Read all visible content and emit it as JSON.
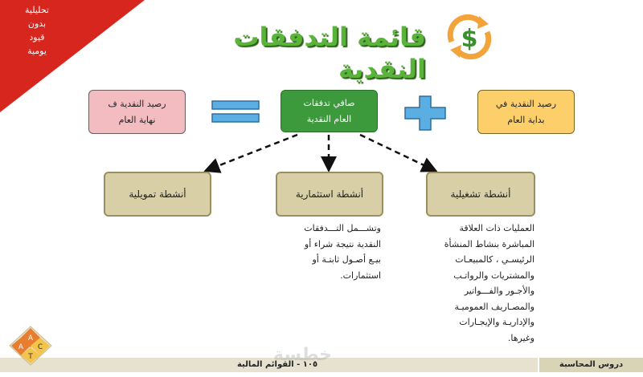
{
  "corner": {
    "lines": [
      "تحليلية",
      "بدون",
      "قيود",
      "يومية"
    ]
  },
  "title": "قائمة التدفقات النقدية",
  "boxes": {
    "begin": {
      "line1": "رصيد النقدية في",
      "line2": "بداية العام"
    },
    "net": {
      "line1": "صافي تدفقات",
      "line2": "العام النقدية"
    },
    "end": {
      "line1": "رصيد النقدية ف",
      "line2": "نهاية العام"
    },
    "operating": "أنشطة تشغيلية",
    "investing": "أنشطة استثمارية",
    "financing": "أنشطة تمويلية"
  },
  "descriptions": {
    "investing": [
      "وتشـــمل التـــدفقات",
      "النقدية نتيجة شراء أو",
      "بيـع أصـول ثابتـة أو",
      "استثمارات."
    ],
    "operating": [
      "العمليات ذات العلاقة",
      "المباشرة بنشاط المنشأة",
      "الرئيسـي ، كالمبيعـات",
      "والمشتريات والرواتـب",
      "والأجـور والفـــواتير",
      "والمصـاريف العموميـة",
      "والإداريـة والإيجـارات",
      "وغيرها."
    ]
  },
  "footer": {
    "right": "دروس المحاسبة",
    "center": "١٠٥ - القوائم المالية",
    "watermark": "خطسة"
  },
  "logo": {
    "letters": [
      "A",
      "C",
      "T",
      "A"
    ]
  },
  "colors": {
    "title_green": "#5ab43a",
    "corner_red": "#d7261e",
    "symbol_blue": "#5aaee2",
    "net_green": "#3d9a3c"
  }
}
